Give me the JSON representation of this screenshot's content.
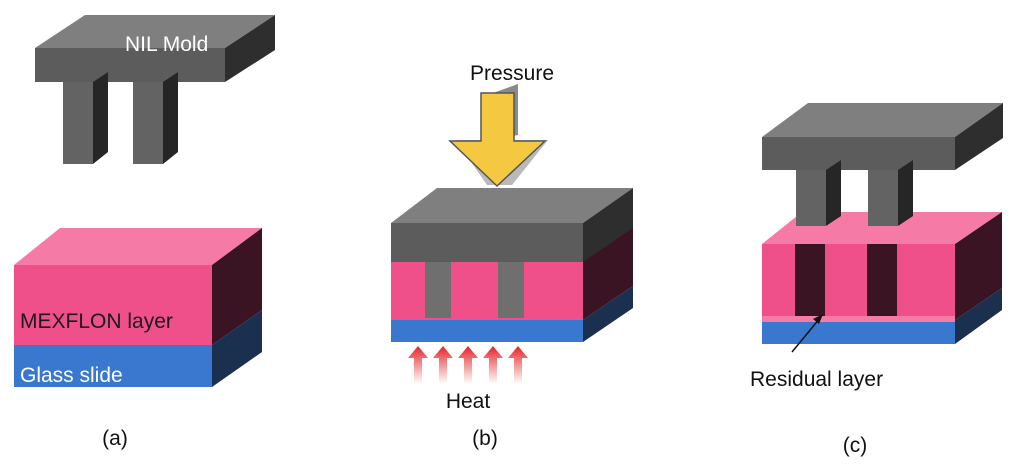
{
  "panel_a": {
    "mold_label": "NIL Mold",
    "layer_label": "MEXFLON layer",
    "substrate_label": "Glass slide",
    "caption": "(a)"
  },
  "panel_b": {
    "force_label": "Pressure",
    "heat_label": "Heat",
    "caption": "(b)"
  },
  "panel_c": {
    "residual_label": "Residual layer",
    "caption": "(c)"
  },
  "colors": {
    "mold_top": "#7f7f7f",
    "mold_front": "#5f5f5f",
    "mold_side": "#2e2e2e",
    "layer_front": "#f0508a",
    "layer_top": "#f57aa6",
    "layer_side": "#3a1422",
    "glass_front": "#3a78d0",
    "glass_side": "#1b2f4e",
    "arrow_fill": "#f5c842",
    "heat_arrow": "#e8202a"
  }
}
